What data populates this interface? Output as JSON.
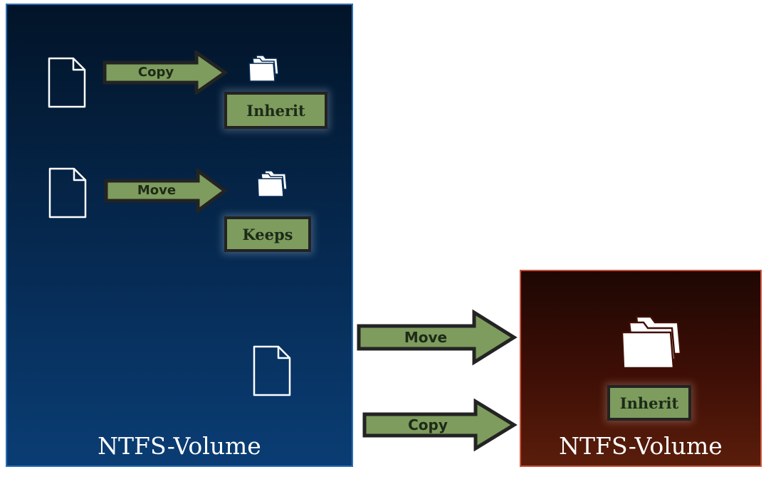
{
  "left_volume": {
    "label": "NTFS-Volume",
    "rows": [
      {
        "action": "Copy",
        "result": "Inherit"
      },
      {
        "action": "Move",
        "result": "Keeps"
      }
    ]
  },
  "right_volume": {
    "label": "NTFS-Volume",
    "result": "Inherit"
  },
  "cross_volume_arrows": [
    {
      "label": "Move"
    },
    {
      "label": "Copy"
    }
  ],
  "icons": [
    "file-icon",
    "folder-icon"
  ],
  "colors": {
    "left_volume_bg": "#062a52",
    "right_volume_bg": "#3f0f06",
    "arrow_fill": "#7d9c5e",
    "tag_fill": "#7d9c5e",
    "outline": "#232323"
  }
}
